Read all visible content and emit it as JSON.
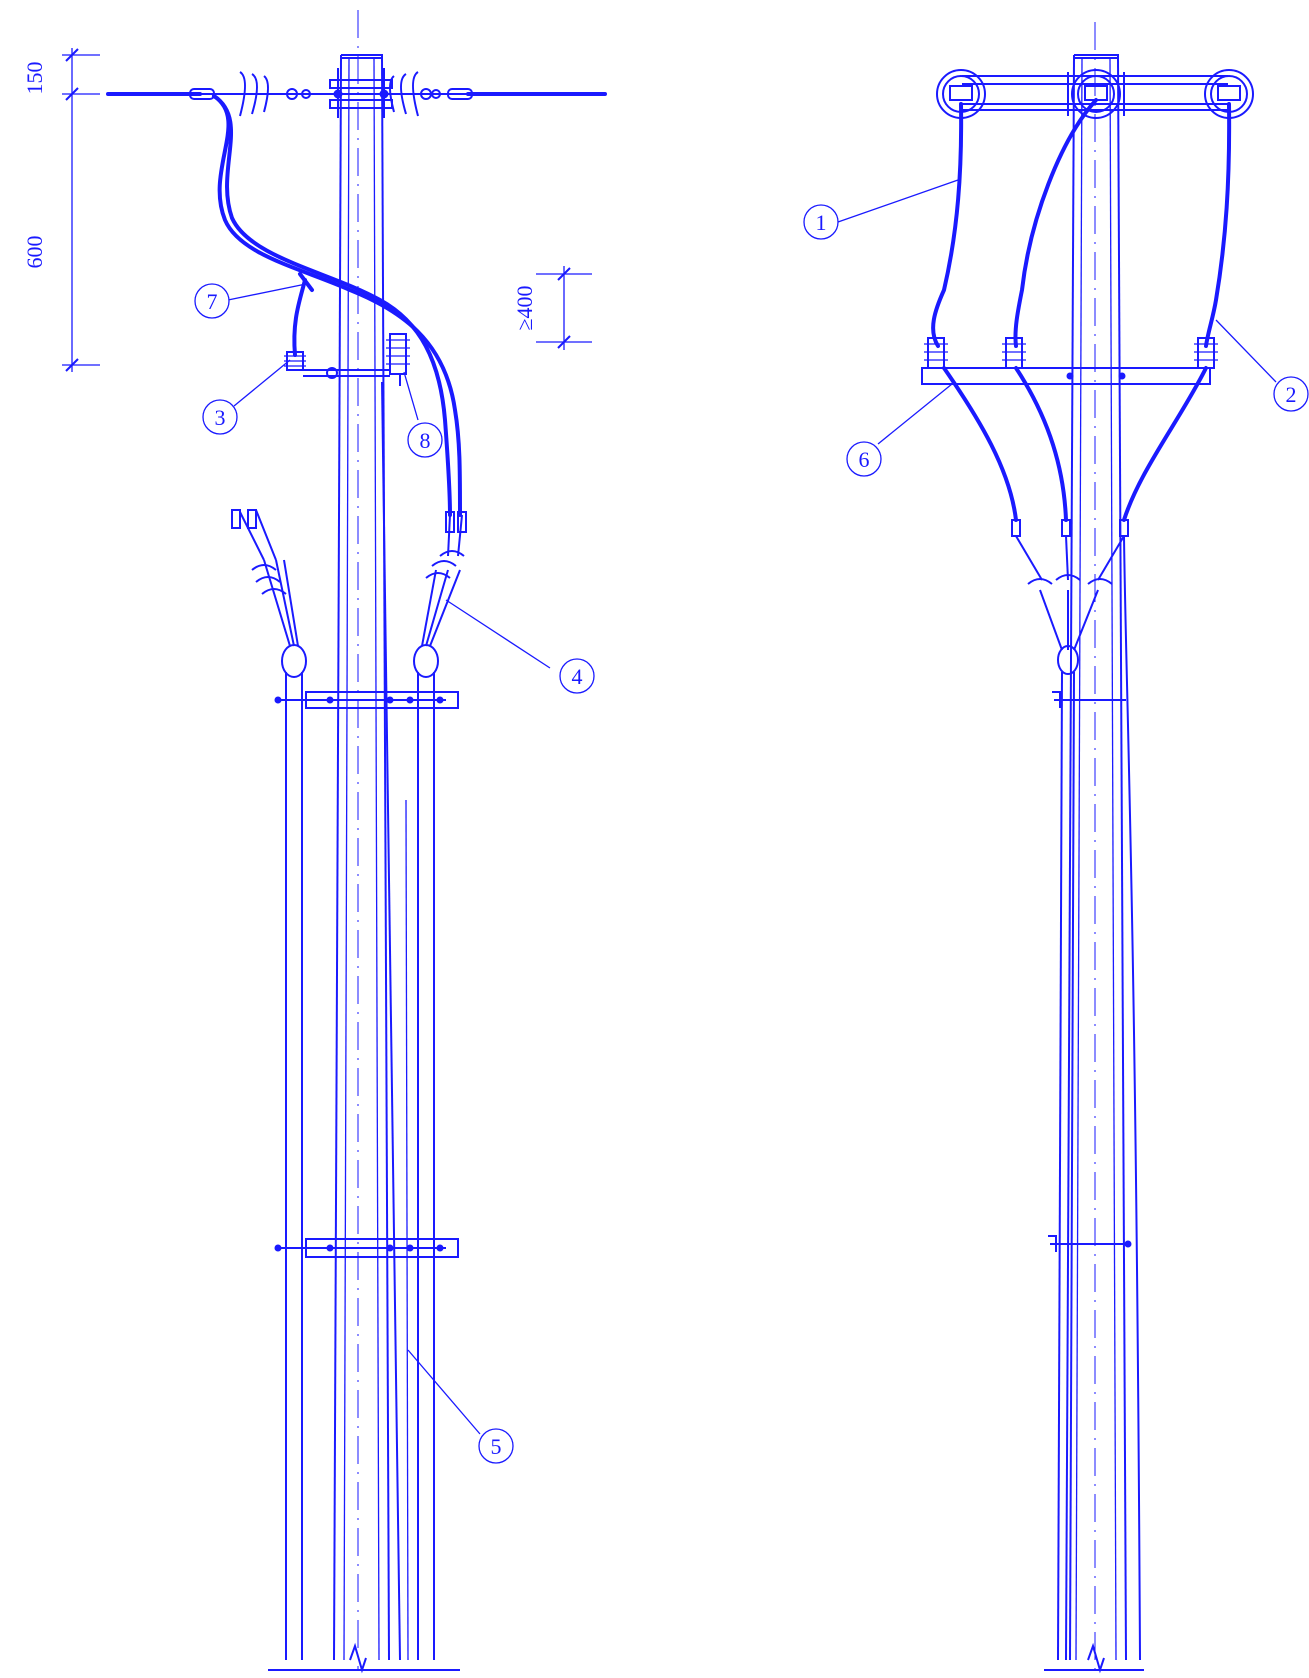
{
  "dimensions": {
    "top_gap": "150",
    "drop": "600",
    "clearance": "≥400"
  },
  "callouts": {
    "c1": "1",
    "c2": "2",
    "c3": "3",
    "c4": "4",
    "c5": "5",
    "c6": "6",
    "c7": "7",
    "c8": "8"
  },
  "colors": {
    "line": "#1a1aff",
    "background": "#ffffff"
  }
}
